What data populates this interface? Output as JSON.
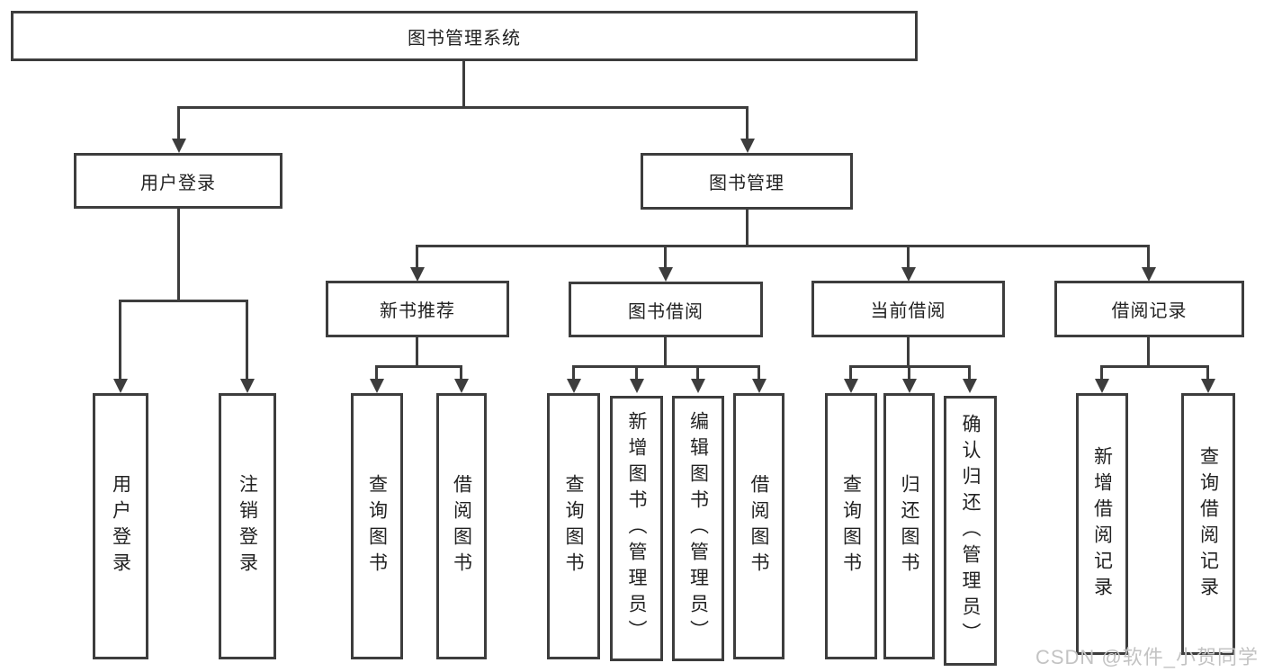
{
  "tree": {
    "root": {
      "label": "图书管理系统"
    },
    "user_login": {
      "label": "用户登录",
      "children": [
        "用户登录",
        "注销登录"
      ]
    },
    "book_mgmt": {
      "label": "图书管理"
    },
    "new_book_rec": {
      "label": "新书推荐",
      "children": [
        "查询图书",
        "借阅图书"
      ]
    },
    "book_borrow": {
      "label": "图书借阅",
      "children": [
        "查询图书",
        "新增图书（管理员）",
        "编辑图书（管理员）",
        "借阅图书"
      ]
    },
    "current_borrow": {
      "label": "当前借阅",
      "children": [
        "查询图书",
        "归还图书",
        "确认归还（管理员）"
      ]
    },
    "borrow_record": {
      "label": "借阅记录",
      "children": [
        "新增借阅记录",
        "查询借阅记录"
      ]
    }
  },
  "watermark": "CSDN @软件_小贺同学",
  "colors": {
    "line": "#3d3d3d",
    "text": "#222222",
    "watermark": "#c3c3c3",
    "background": "#ffffff"
  }
}
